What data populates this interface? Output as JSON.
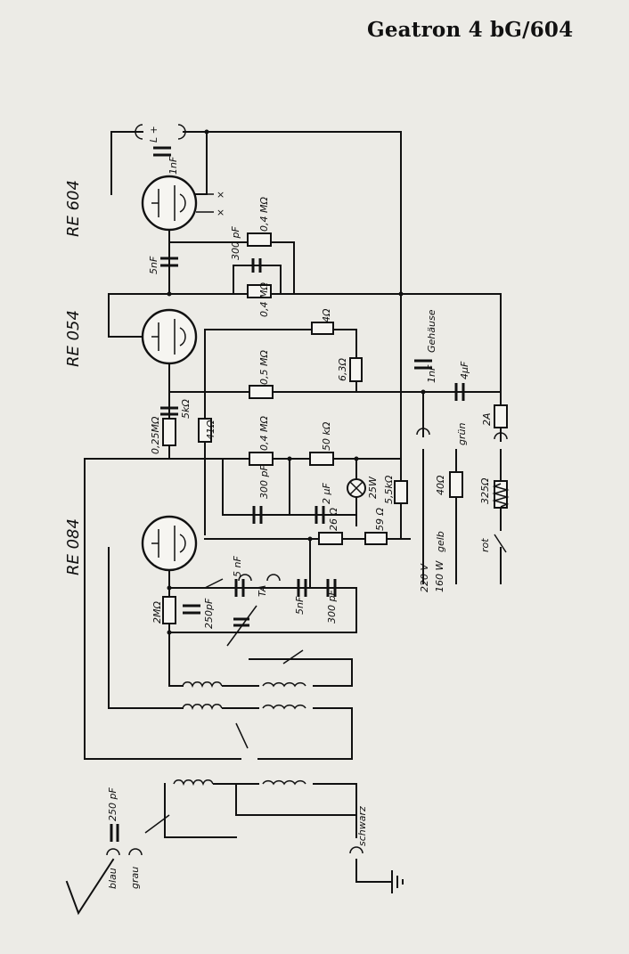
{
  "title": "Geatron 4 bG/604",
  "tubes": [
    "RE 604",
    "RE 054",
    "RE 084"
  ],
  "labels": {
    "c_1nf_top": "1nF",
    "l_plus": "L +",
    "r_04m_top": "0,4 MΩ",
    "c_300pf_top": "300 pF",
    "c_5nf_left": "5nF",
    "r_04m_mid": "0,4 MΩ",
    "r_4ohm": "4Ω",
    "r_63ohm": "6,3Ω",
    "r_05m": "0,5 MΩ",
    "gehause": "Gehäuse",
    "c_1nf_right": "1nF",
    "c_4uf": "4μF",
    "fuse_2a": "2A",
    "r_025m": "0,25MΩ",
    "r_5k": "5kΩ",
    "r_41ohm": "41Ω",
    "r_04m_low": "0,4 MΩ",
    "r_50k": "50 kΩ",
    "c_300pf_mid": "300 pF",
    "c_2uf": "2 μF",
    "lamp_25w": "25W",
    "r_55k": "5,5kΩ",
    "gruen": "grün",
    "r_40ohm": "40Ω",
    "r_325ohm": "325Ω",
    "r_26ohm": "26 Ω",
    "r_59ohm": "59 Ω",
    "gelb": "gelb",
    "rot": "rot",
    "v220": "220 V",
    "w160": "160 W",
    "r_2m": "2MΩ",
    "c_250pf": "250pF",
    "c_5nf_ta": "5 nF",
    "ta": "TA",
    "c_5nf_b": "5nF",
    "c_300pf_b": "300 pF",
    "c_250pf_ant": "250 pF",
    "blau": "blau",
    "grau": "grau",
    "schwarz": "schwarz"
  }
}
